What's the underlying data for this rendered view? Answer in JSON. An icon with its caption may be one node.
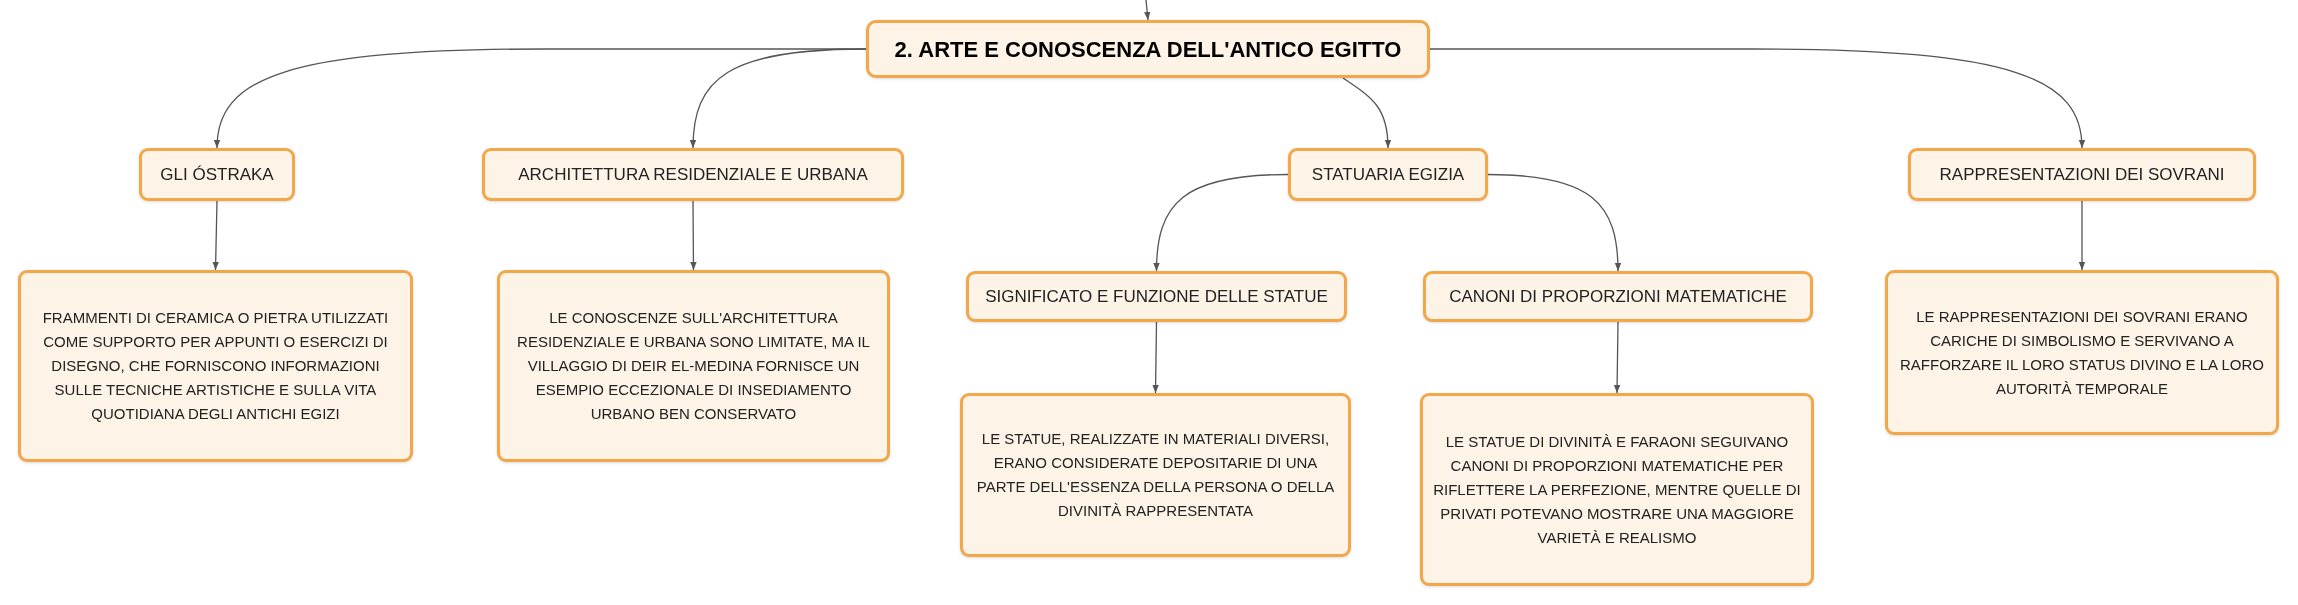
{
  "diagram": {
    "nodes": [
      {
        "text": [
          "2. ARTE E CONOSCENZA DELL'ANTICO EGITTO"
        ]
      },
      {
        "text": [
          "GLI ÓSTRAKA"
        ]
      },
      {
        "text": [
          "ARCHITETTURA RESIDENZIALE E URBANA"
        ]
      },
      {
        "text": [
          "STATUARIA EGIZIA"
        ]
      },
      {
        "text": [
          "RAPPRESENTAZIONI DEI SOVRANI"
        ]
      },
      {
        "text": [
          "FRAMMENTI DI CERAMICA O PIETRA UTILIZZATI COME SUPPORTO PER APPUNTI O ESERCIZI DI DISEGNO, CHE FORNISCONO INFORMAZIONI SULLE TECNICHE ARTISTICHE E SULLA VITA QUOTIDIANA DEGLI ANTICHI EGIZI"
        ]
      },
      {
        "text": [
          "LE CONOSCENZE SULL'ARCHITETTURA RESIDENZIALE E URBANA SONO LIMITATE, MA IL VILLAGGIO DI DEIR EL-MEDINA FORNISCE UN ESEMPIO ECCEZIONALE DI INSEDIAMENTO URBANO BEN CONSERVATO"
        ]
      },
      {
        "text": [
          "SIGNIFICATO E FUNZIONE DELLE STATUE"
        ]
      },
      {
        "text": [
          "CANONI DI PROPORZIONI MATEMATICHE"
        ]
      },
      {
        "text": [
          "LE STATUE, REALIZZATE IN MATERIALI DIVERSI, ERANO CONSIDERATE DEPOSITARIE DI UNA PARTE DELL'ESSENZA DELLA PERSONA O DELLA DIVINITÀ RAPPRESENTATA"
        ]
      },
      {
        "text": [
          "LE STATUE DI DIVINITÀ E FARAONI SEGUIVANO CANONI DI PROPORZIONI MATEMATICHE PER RIFLETTERE LA PERFEZIONE, MENTRE QUELLE DI PRIVATI POTEVANO MOSTRARE UNA MAGGIORE VARIETÀ E REALISMO"
        ]
      },
      {
        "text": [
          "LE RAPPRESENTAZIONI DEI SOVRANI ERANO CARICHE DI SIMBOLISMO E SERVIVANO A RAFFORZARE IL LORO STATUS DIVINO E LA LORO AUTORITÀ TEMPORALE"
        ]
      }
    ],
    "edges": [
      {
        "from": null,
        "to": 0,
        "arrow": "to"
      },
      {
        "from": 0,
        "to": 1,
        "arrow": "to"
      },
      {
        "from": 0,
        "to": 2,
        "arrow": "to"
      },
      {
        "from": 0,
        "to": 3,
        "arrow": "to"
      },
      {
        "from": 0,
        "to": 4,
        "arrow": "to"
      },
      {
        "from": 1,
        "to": 5,
        "arrow": "to"
      },
      {
        "from": 2,
        "to": 6,
        "arrow": "to"
      },
      {
        "from": 3,
        "to": 7,
        "arrow": "to"
      },
      {
        "from": 3,
        "to": 8,
        "arrow": "to"
      },
      {
        "from": 7,
        "to": 9,
        "arrow": "to"
      },
      {
        "from": 8,
        "to": 10,
        "arrow": "to"
      },
      {
        "from": 4,
        "to": 11,
        "arrow": "to"
      }
    ]
  }
}
